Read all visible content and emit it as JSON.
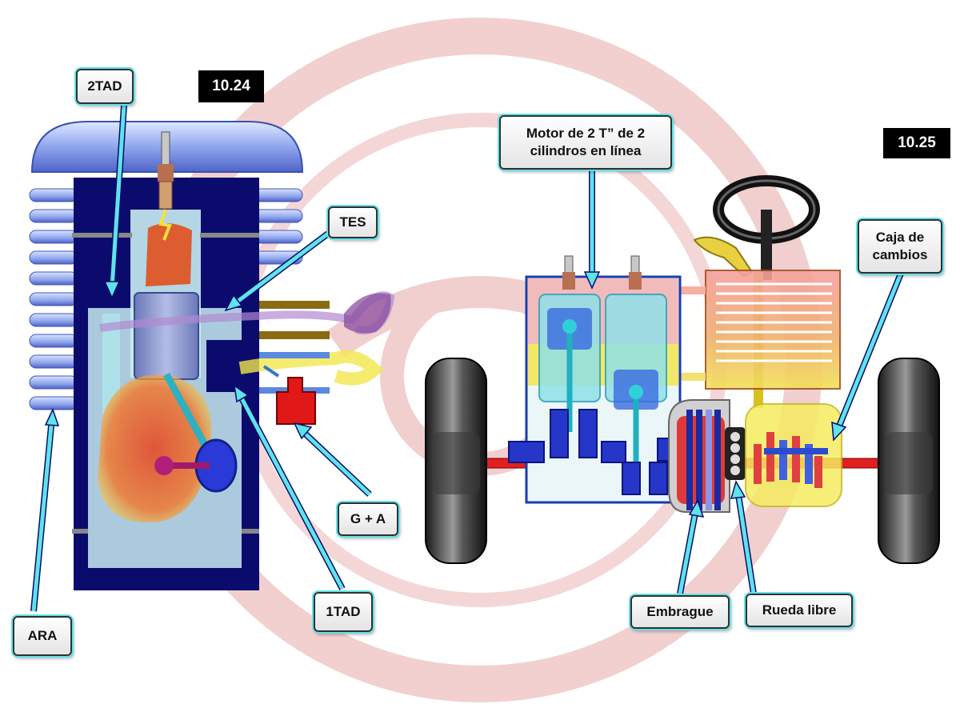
{
  "figure_left": {
    "number": "10.24",
    "labels": {
      "tad2": "2TAD",
      "tes": "TES",
      "ga": "G + A",
      "tad1": "1TAD",
      "ara": "ARA"
    }
  },
  "figure_right": {
    "number": "10.25",
    "labels": {
      "motor": "Motor de 2 T” de 2 cilindros en línea",
      "caja": "Caja de cambios",
      "embrague": "Embrague",
      "rueda_libre": "Rueda libre"
    }
  },
  "colors": {
    "frame": "#0b0b6e",
    "callout_line": "#5fe3e8",
    "fire": "#e24a1a",
    "mixture": "#f2e64a",
    "exhaust": "#8a4ea0",
    "shaft": "#e02020"
  }
}
